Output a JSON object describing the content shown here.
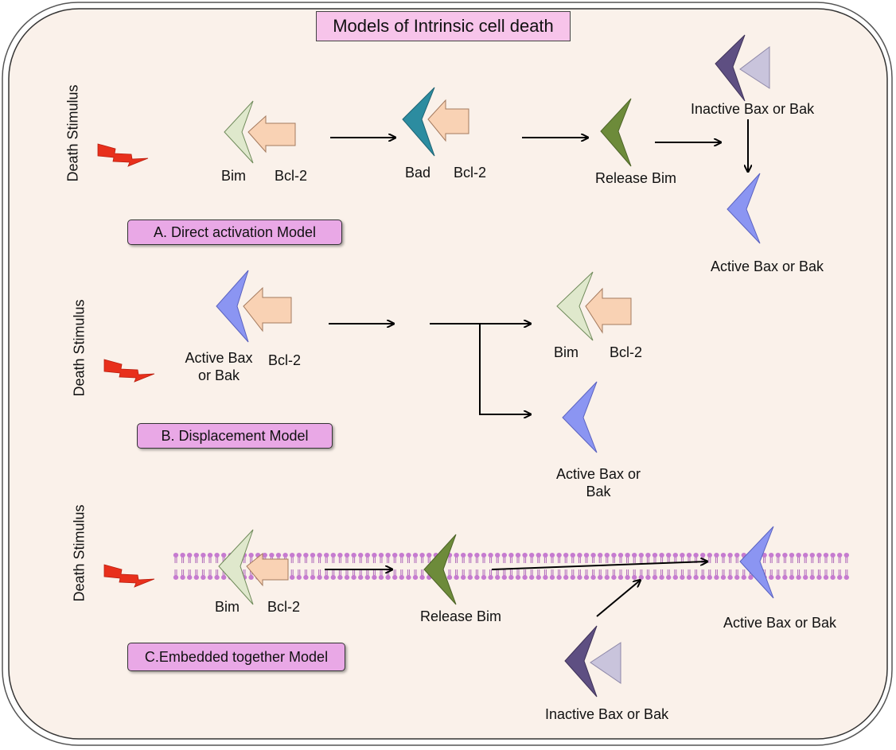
{
  "title": "Models of Intrinsic cell death",
  "stimulus_label": "Death Stimulus",
  "colors": {
    "panel_bg": "#faf1ea",
    "bim": "#dfe8cc",
    "bcl2": "#f9d2b4",
    "bad": "#2c8ca0",
    "release_bim": "#6d8b3a",
    "active_bax": "#8b95f2",
    "inactive_bax_dark": "#5e4f82",
    "inactive_bax_light": "#c9c4dc",
    "model_box": "#e9a8e6",
    "title_box": "#f7c4ea",
    "lightning": "#e8301c",
    "membrane": "#c67bd0"
  },
  "model_a": {
    "box_label": "A. Direct activation Model",
    "bim": "Bim",
    "bcl2": "Bcl-2",
    "bad": "Bad",
    "bcl2_b": "Bcl-2",
    "release_bim": "Release Bim",
    "inactive": "Inactive Bax or Bak",
    "active": "Active Bax or Bak"
  },
  "model_b": {
    "box_label": "B. Displacement Model",
    "active_complex_1": "Active Bax",
    "active_complex_2": "or Bak",
    "bcl2": "Bcl-2",
    "bim": "Bim",
    "bcl2_b": "Bcl-2",
    "active_1": "Active Bax or",
    "active_2": "Bak"
  },
  "model_c": {
    "box_label": "C.Embedded together  Model",
    "bim": "Bim",
    "bcl2": "Bcl-2",
    "release_bim": "Release Bim",
    "active": "Active Bax or Bak",
    "inactive": "Inactive Bax or Bak"
  }
}
